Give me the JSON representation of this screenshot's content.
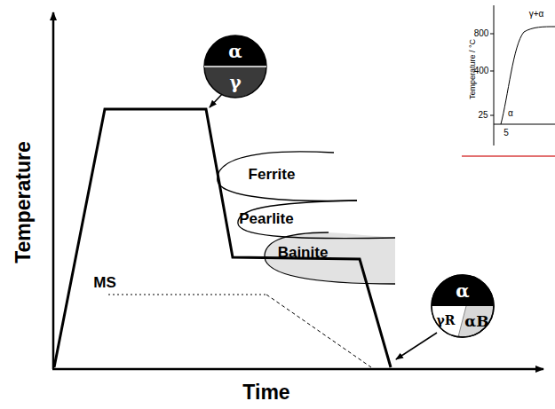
{
  "diagram": {
    "nodes": [
      {
        "text": [
          "α",
          "γ"
        ]
      },
      {
        "text": [
          "α",
          "γR",
          "αB"
        ]
      }
    ],
    "labels": [
      "Temperature",
      "Time",
      "Ferrite",
      "Pearlite",
      "Bainite",
      "MS",
      "Temperature / °C",
      "800",
      "400",
      "25",
      "α",
      "γ+α",
      "5"
    ]
  }
}
